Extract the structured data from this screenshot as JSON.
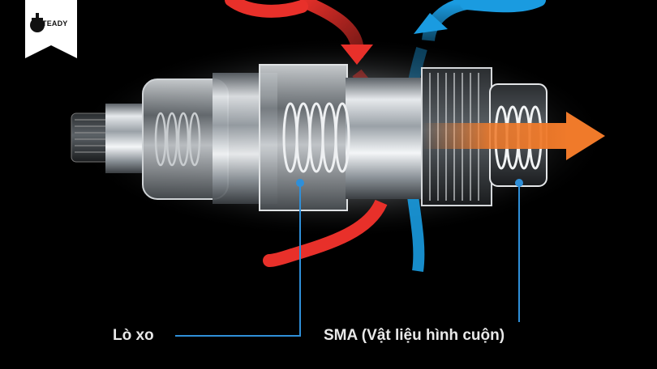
{
  "brand": {
    "logo_text": "TEADY"
  },
  "labels": {
    "spring": "Lò xo",
    "sma": "SMA (Vật liệu hình cuộn)"
  },
  "colors": {
    "hot_flow": "#e8302a",
    "cold_flow": "#1a9be0",
    "mixed_flow": "#f07a2a",
    "pointer_line": "#2f8fd8",
    "background": "#000000"
  },
  "icons": [
    "hot-water-arrow",
    "cold-water-arrow",
    "mixed-outflow-arrow",
    "logo-icon"
  ]
}
